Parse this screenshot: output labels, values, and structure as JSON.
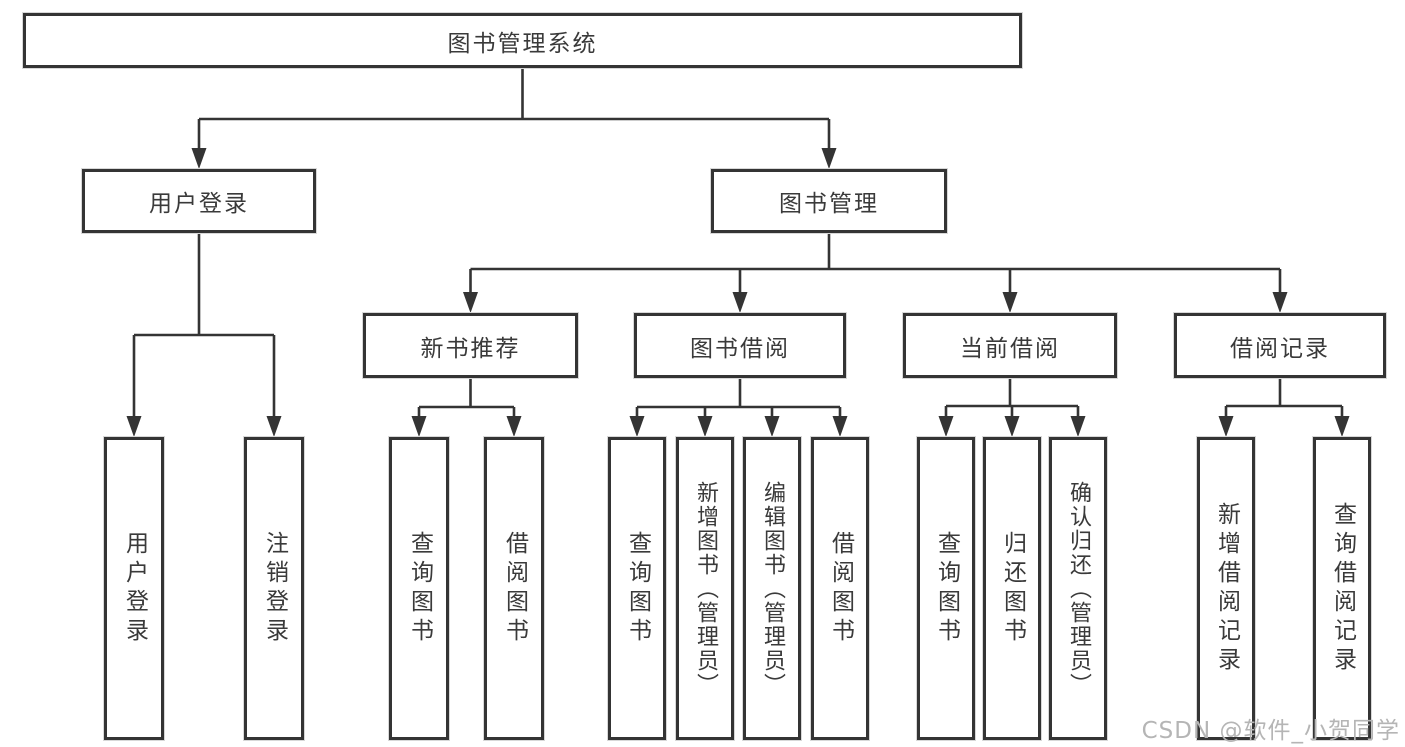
{
  "diagram": {
    "nodes": {
      "root": "图书管理系统",
      "user_login": "用户登录",
      "book_mgmt": "图书管理",
      "new_books": "新书推荐",
      "book_borrow": "图书借阅",
      "current_borrow": "当前借阅",
      "borrow_records": "借阅记录",
      "leaf_user_login": "用户登录",
      "leaf_logout": "注销登录",
      "leaf_nb_query": "查询图书",
      "leaf_nb_borrow": "借阅图书",
      "leaf_bb_query": "查询图书",
      "leaf_bb_add": "新增图书（管理员）",
      "leaf_bb_edit": "编辑图书（管理员）",
      "leaf_bb_borrow": "借阅图书",
      "leaf_cb_query": "查询图书",
      "leaf_cb_return": "归还图书",
      "leaf_cb_confirm": "确认归还（管理员）",
      "leaf_br_add": "新增借阅记录",
      "leaf_br_query": "查询借阅记录"
    },
    "colors": {
      "line": "#343434",
      "box_border": "#343434",
      "text": "#3a3a3a",
      "background": "#ffffff",
      "watermark": "#b5b5b5"
    }
  },
  "watermark": {
    "text": "CSDN @软件_小贺同学"
  }
}
